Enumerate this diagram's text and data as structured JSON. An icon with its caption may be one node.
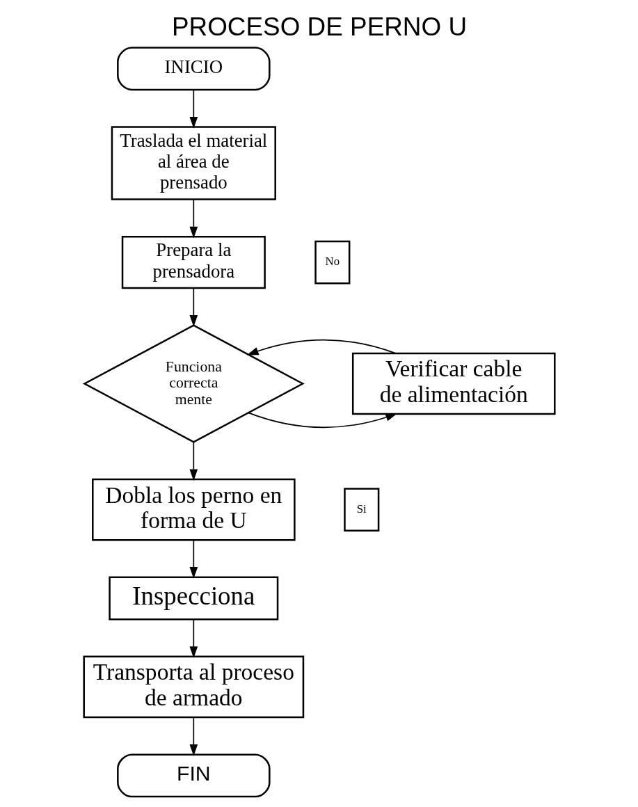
{
  "diagram": {
    "title": "PROCESO DE PERNO U",
    "nodes": [
      {
        "text": [
          "INICIO"
        ]
      },
      {
        "text": [
          "Traslada el material al área de prensado"
        ]
      },
      {
        "text": [
          "Prepara la prensadora"
        ]
      },
      {
        "text": [
          "Funciona correcta mente"
        ]
      },
      {
        "text": [
          "No"
        ]
      },
      {
        "text": [
          "Verificar cable de alimentación"
        ]
      },
      {
        "text": [
          "Si"
        ]
      },
      {
        "text": [
          "Dobla los perno en forma de U"
        ]
      },
      {
        "text": [
          "Inspecciona"
        ]
      },
      {
        "text": [
          "Transporta al proceso de armado"
        ]
      },
      {
        "text": [
          "FIN"
        ]
      }
    ],
    "edges": [
      {
        "from": 0,
        "to": 1,
        "arrow": "to"
      },
      {
        "from": 1,
        "to": 2,
        "arrow": "to"
      },
      {
        "from": 2,
        "to": 3,
        "arrow": "to"
      },
      {
        "from": 3,
        "to": 5,
        "arrow": "to"
      },
      {
        "from": 5,
        "to": 3,
        "arrow": "to"
      },
      {
        "from": 3,
        "to": 7,
        "arrow": "to"
      },
      {
        "from": 7,
        "to": 8,
        "arrow": "to"
      },
      {
        "from": 8,
        "to": 9,
        "arrow": "to"
      },
      {
        "from": 9,
        "to": 10,
        "arrow": "to"
      }
    ]
  }
}
